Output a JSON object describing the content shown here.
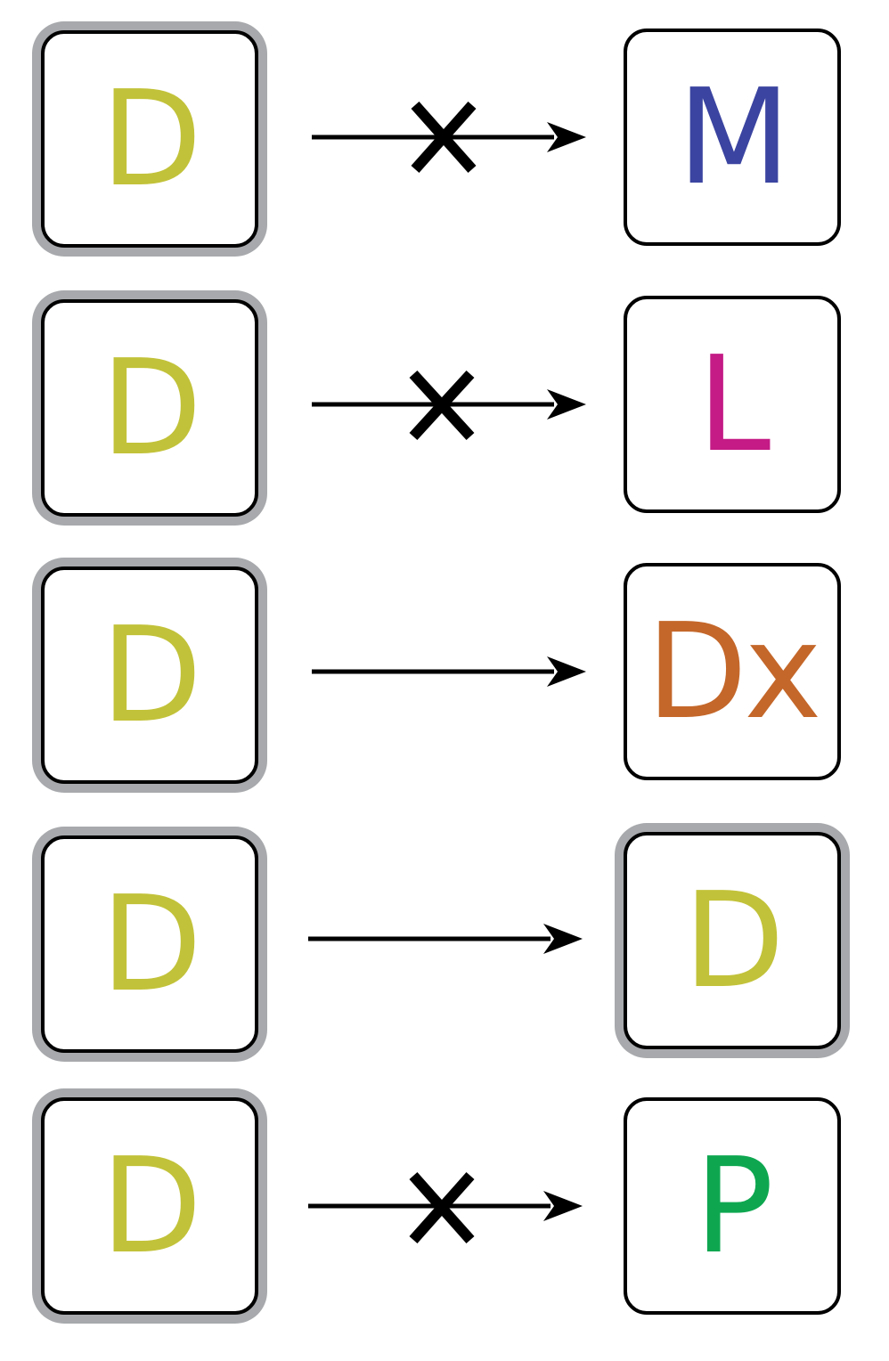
{
  "rows": [
    {
      "source": {
        "label": "D",
        "color": "#c2c23a",
        "highlighted": true
      },
      "relation": {
        "blocked": true
      },
      "target": {
        "label": "M",
        "color": "#3b44a0",
        "highlighted": false
      }
    },
    {
      "source": {
        "label": "D",
        "color": "#c2c23a",
        "highlighted": true
      },
      "relation": {
        "blocked": true
      },
      "target": {
        "label": "L",
        "color": "#c41b86",
        "highlighted": false
      }
    },
    {
      "source": {
        "label": "D",
        "color": "#c2c23a",
        "highlighted": true
      },
      "relation": {
        "blocked": false
      },
      "target": {
        "label": "Dx",
        "color": "#c4672a",
        "highlighted": false
      }
    },
    {
      "source": {
        "label": "D",
        "color": "#c2c23a",
        "highlighted": true
      },
      "relation": {
        "blocked": false
      },
      "target": {
        "label": "D",
        "color": "#c2c23a",
        "highlighted": true
      }
    },
    {
      "source": {
        "label": "D",
        "color": "#c2c23a",
        "highlighted": true
      },
      "relation": {
        "blocked": true
      },
      "target": {
        "label": "P",
        "color": "#0ea750",
        "highlighted": false
      }
    }
  ],
  "colors": {
    "highlight_ring": "#a7a9ac",
    "box_border": "#000000",
    "arrow": "#000000"
  }
}
